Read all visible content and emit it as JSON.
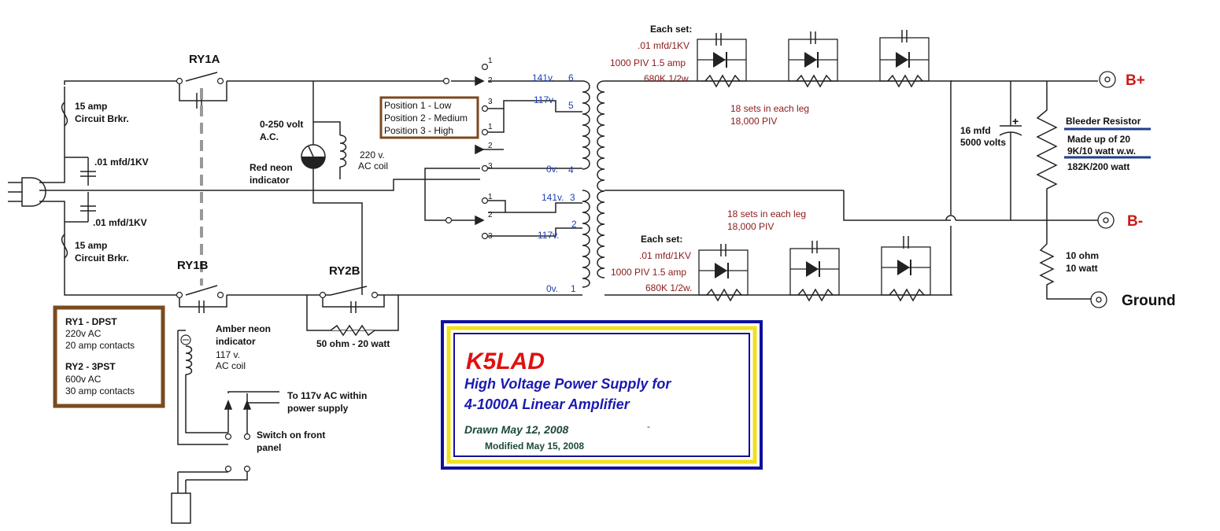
{
  "colors": {
    "wire": "#222222",
    "label_dark": "#111111",
    "label_red": "#8b1a1a",
    "label_blue": "#1f3fb0",
    "legend_border": "#7a4a1e",
    "title_border_outer": "#1010a0",
    "title_border_inner": "#f0e020",
    "title_red": "#e01010",
    "title_blue": "#1a1ab0",
    "title_green": "#1a4a3a",
    "relay_dash": "#999999"
  },
  "labels": {
    "ry1a": "RY1A",
    "ry1b": "RY1B",
    "ry2b": "RY2B",
    "breaker_top_1": "15 amp",
    "breaker_top_2": "Circuit Brkr.",
    "breaker_bot_1": "15 amp",
    "breaker_bot_2": "Circuit Brkr.",
    "cap_top": ".01 mfd/1KV",
    "cap_bot": ".01 mfd/1KV",
    "volt_1": "0-250 volt",
    "volt_2": "A.C.",
    "red_neon_1": "Red neon",
    "red_neon_2": "indicator",
    "coil220_1": "220 v.",
    "coil220_2": "AC coil",
    "amber_1": "Amber neon",
    "amber_2": "indicator",
    "coil117_1": "117 v.",
    "coil117_2": "AC coil",
    "res50": "50 ohm - 20 watt",
    "to117_1": "To 117v AC within",
    "to117_2": "power supply",
    "switch_1": "Switch on front",
    "switch_2": "panel",
    "pos1": "Position 1 - Low",
    "pos2": "Position 2 - Medium",
    "pos3": "Position 3 - High",
    "eachset_top": "Each set:",
    "eachset_bot": "Each set:",
    "spec_cap": ".01 mfd/1KV",
    "spec_piv": "1000 PIV 1.5 amp",
    "spec_res": "680K 1/2w.",
    "spec_cap_b": ".01 mfd/1KV",
    "spec_piv_b": "1000 PIV 1.5 amp",
    "spec_res_b": "680K 1/2w.",
    "sets_top_1": "18 sets in each leg",
    "sets_top_2": "18,000 PIV",
    "sets_bot_1": "18 sets in each leg",
    "sets_bot_2": "18,000 PIV",
    "cap16_1": "16 mfd",
    "cap16_2": "5000 volts",
    "bleeder_1": "Bleeder Resistor",
    "bleeder_2": "Made up of 20",
    "bleeder_3": "9K/10 watt w.w.",
    "bleeder_4": "182K/200 watt",
    "bplus": "B+",
    "bminus": "B-",
    "ground": "Ground",
    "r10_1": "10 ohm",
    "r10_2": "10 watt",
    "tap_141a": "141v.",
    "tap_117a": "117v",
    "tap_0a": "0v.",
    "tap_141b": "141v.",
    "tap_117b": "117v.",
    "tap_0b": "0v.",
    "pin6": "6",
    "pin5": "5",
    "pin4": "4",
    "pin3": "3",
    "pin2": "2",
    "pin1": "1",
    "sw_a1": "1",
    "sw_a2": "2",
    "sw_a3": "3",
    "sw_b1": "1",
    "sw_b2": "2",
    "sw_b3": "3",
    "sw_c1": "1",
    "sw_c2": "2",
    "sw_c3": "3",
    "plus": "+"
  },
  "legend_relays": {
    "ry1_title": "RY1 - DPST",
    "ry1_l1": "220v AC",
    "ry1_l2": "20 amp contacts",
    "ry2_title": "RY2 - 3PST",
    "ry2_l1": "600v AC",
    "ry2_l2": "30 amp contacts"
  },
  "title_block": {
    "callsign": "K5LAD",
    "line1": "High Voltage Power Supply for",
    "line2": "4-1000A Linear Amplifier",
    "drawn": "Drawn May 12, 2008",
    "modified": "Modified May 15, 2008",
    "mark": "-"
  }
}
